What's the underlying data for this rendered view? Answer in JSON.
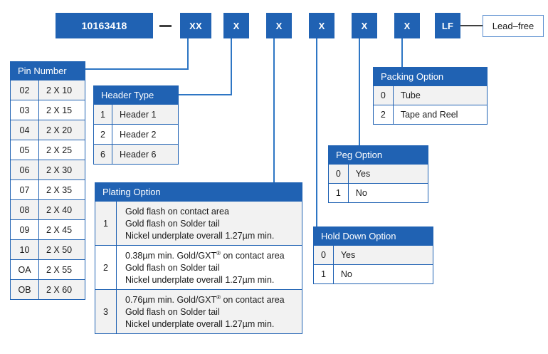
{
  "part_number": {
    "base": "10163418",
    "separator": "–",
    "segments": [
      "XX",
      "X",
      "X",
      "X",
      "X",
      "X"
    ],
    "suffix": "LF",
    "suffix_note": "Lead–free"
  },
  "colors": {
    "brand_blue": "#2062b3",
    "leader_blue": "#2e76c4",
    "row_alt": "#f2f2f2",
    "dash_gray": "#3f3f3f"
  },
  "tables": {
    "pin_number": {
      "title": "Pin Number",
      "rows": [
        {
          "code": "02",
          "desc": "2 X 10"
        },
        {
          "code": "03",
          "desc": "2 X 15"
        },
        {
          "code": "04",
          "desc": "2 X 20"
        },
        {
          "code": "05",
          "desc": "2 X 25"
        },
        {
          "code": "06",
          "desc": "2 X 30"
        },
        {
          "code": "07",
          "desc": "2 X 35"
        },
        {
          "code": "08",
          "desc": "2 X 40"
        },
        {
          "code": "09",
          "desc": "2 X 45"
        },
        {
          "code": "10",
          "desc": "2 X 50"
        },
        {
          "code": "OA",
          "desc": "2 X 55"
        },
        {
          "code": "OB",
          "desc": "2 X 60"
        }
      ]
    },
    "header_type": {
      "title": "Header Type",
      "rows": [
        {
          "code": "1",
          "desc": "Header 1"
        },
        {
          "code": "2",
          "desc": "Header 2"
        },
        {
          "code": "6",
          "desc": "Header 6"
        }
      ]
    },
    "plating_option": {
      "title": "Plating Option",
      "rows": [
        {
          "code": "1",
          "lines": [
            "Gold flash on contact area",
            "Gold flash on Solder tail",
            "Nickel underplate overall 1.27µm min."
          ]
        },
        {
          "code": "2",
          "lines": [
            "0.38µm min. Gold/GXT® on contact area",
            "Gold flash on Solder tail",
            "Nickel underplate overall 1.27µm min."
          ]
        },
        {
          "code": "3",
          "lines": [
            "0.76µm min. Gold/GXT® on contact area",
            "Gold flash on Solder tail",
            "Nickel underplate overall 1.27µm min."
          ]
        }
      ]
    },
    "hold_down_option": {
      "title": "Hold Down Option",
      "rows": [
        {
          "code": "0",
          "desc": "Yes"
        },
        {
          "code": "1",
          "desc": "No"
        }
      ]
    },
    "peg_option": {
      "title": "Peg Option",
      "rows": [
        {
          "code": "0",
          "desc": "Yes"
        },
        {
          "code": "1",
          "desc": "No"
        }
      ]
    },
    "packing_option": {
      "title": "Packing Option",
      "rows": [
        {
          "code": "0",
          "desc": "Tube"
        },
        {
          "code": "2",
          "desc": "Tape and Reel"
        }
      ]
    }
  }
}
